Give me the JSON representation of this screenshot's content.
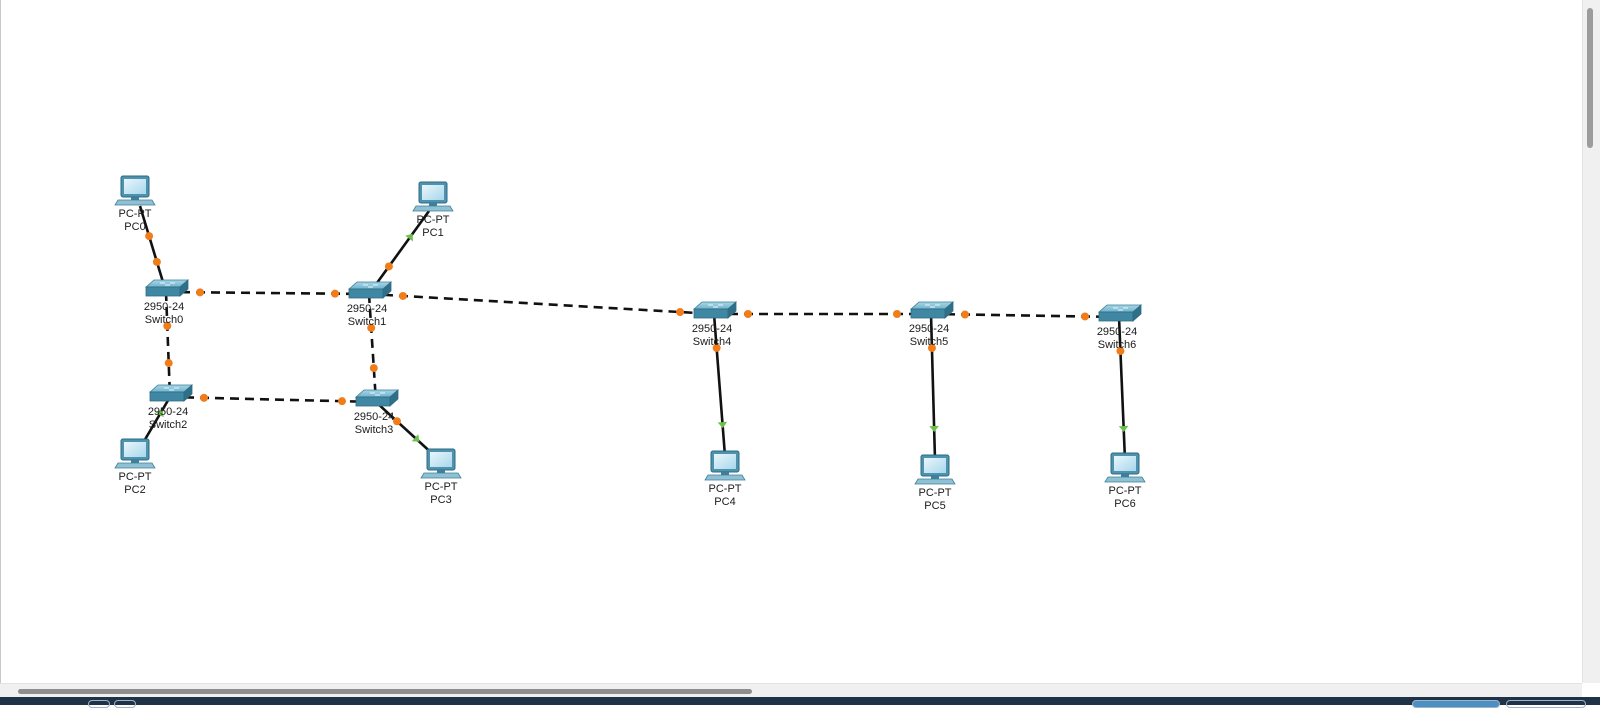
{
  "topology": {
    "pcs": [
      {
        "id": "pc0",
        "model": "PC-PT",
        "name": "PC0"
      },
      {
        "id": "pc1",
        "model": "PC-PT",
        "name": "PC1"
      },
      {
        "id": "pc2",
        "model": "PC-PT",
        "name": "PC2"
      },
      {
        "id": "pc3",
        "model": "PC-PT",
        "name": "PC3"
      },
      {
        "id": "pc4",
        "model": "PC-PT",
        "name": "PC4"
      },
      {
        "id": "pc5",
        "model": "PC-PT",
        "name": "PC5"
      },
      {
        "id": "pc6",
        "model": "PC-PT",
        "name": "PC6"
      }
    ],
    "switches": [
      {
        "id": "sw0",
        "model": "2950-24",
        "name": "Switch0"
      },
      {
        "id": "sw1",
        "model": "2950-24",
        "name": "Switch1"
      },
      {
        "id": "sw2",
        "model": "2950-24",
        "name": "Switch2"
      },
      {
        "id": "sw3",
        "model": "2950-24",
        "name": "Switch3"
      },
      {
        "id": "sw4",
        "model": "2950-24",
        "name": "Switch4"
      },
      {
        "id": "sw5",
        "model": "2950-24",
        "name": "Switch5"
      },
      {
        "id": "sw6",
        "model": "2950-24",
        "name": "Switch6"
      }
    ],
    "links": [
      {
        "from": "pc0",
        "to": "sw0",
        "cable": "straight",
        "from_status": "orange",
        "to_status": "orange"
      },
      {
        "from": "pc1",
        "to": "sw1",
        "cable": "straight",
        "from_status": "green",
        "to_status": "orange"
      },
      {
        "from": "sw0",
        "to": "sw1",
        "cable": "crossover",
        "from_status": "orange",
        "to_status": "orange"
      },
      {
        "from": "sw0",
        "to": "sw2",
        "cable": "crossover",
        "from_status": "orange",
        "to_status": "orange"
      },
      {
        "from": "sw1",
        "to": "sw3",
        "cable": "crossover",
        "from_status": "orange",
        "to_status": "orange"
      },
      {
        "from": "sw2",
        "to": "sw3",
        "cable": "crossover",
        "from_status": "orange",
        "to_status": "orange"
      },
      {
        "from": "sw2",
        "to": "pc2",
        "cable": "straight",
        "from_status": "green",
        "to_status": "none"
      },
      {
        "from": "sw3",
        "to": "pc3",
        "cable": "straight",
        "from_status": "orange",
        "to_status": "green"
      },
      {
        "from": "sw1",
        "to": "sw4",
        "cable": "crossover",
        "from_status": "orange",
        "to_status": "orange"
      },
      {
        "from": "sw4",
        "to": "sw5",
        "cable": "crossover",
        "from_status": "orange",
        "to_status": "orange"
      },
      {
        "from": "sw5",
        "to": "sw6",
        "cable": "crossover",
        "from_status": "orange",
        "to_status": "orange"
      },
      {
        "from": "sw4",
        "to": "pc4",
        "cable": "straight",
        "from_status": "orange",
        "to_status": "green"
      },
      {
        "from": "sw5",
        "to": "pc5",
        "cable": "straight",
        "from_status": "orange",
        "to_status": "green"
      },
      {
        "from": "sw6",
        "to": "pc6",
        "cable": "straight",
        "from_status": "orange",
        "to_status": "green"
      }
    ]
  },
  "colors": {
    "link_up": "#6cc04a",
    "link_negotiating": "#f07d1a",
    "device_body": "#4d93ae",
    "taskbar": "#1f3346"
  }
}
